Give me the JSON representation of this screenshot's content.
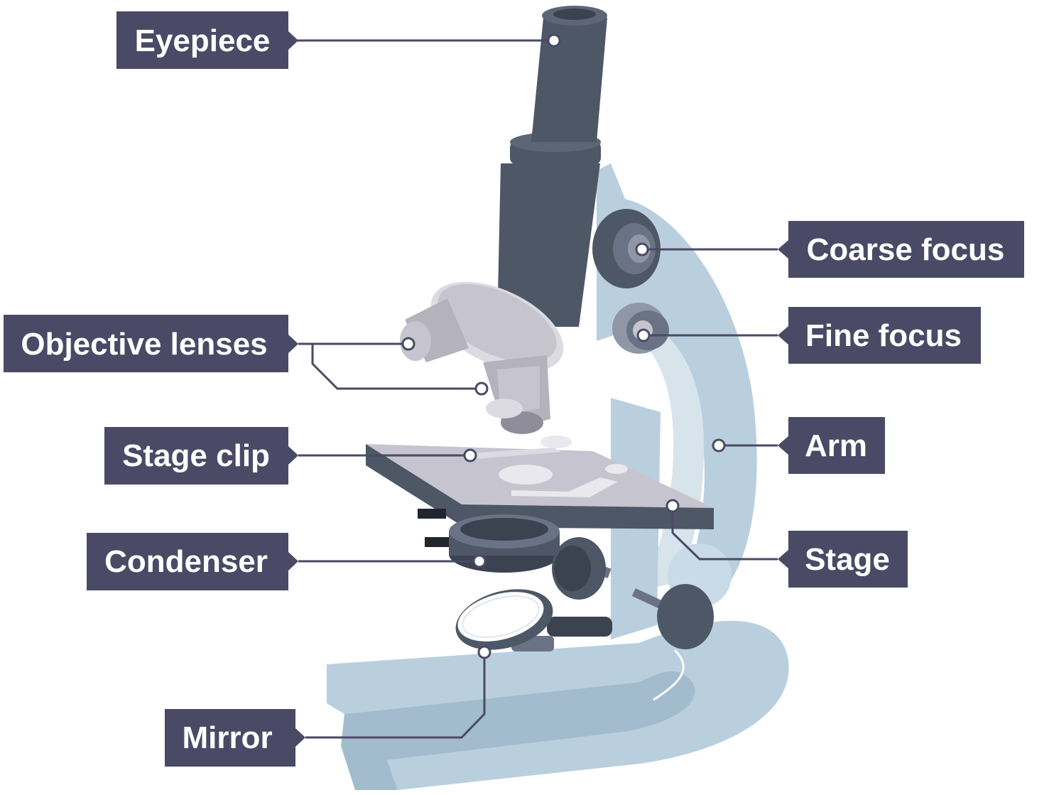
{
  "colors": {
    "label_bg": "#4a4a66",
    "label_text": "#ffffff",
    "leader": "#4a4a66",
    "body_light": "#b9cfdd",
    "body_shade": "#a3bccd",
    "tube_dark": "#4e5766",
    "stage_top": "#c6c4cf",
    "stage_side": "#4e5766",
    "lens_grey": "#c6c4cf"
  },
  "labels": {
    "eyepiece": "Eyepiece",
    "coarse_focus": "Coarse focus",
    "fine_focus": "Fine focus",
    "objective_lenses": "Objective lenses",
    "arm": "Arm",
    "stage_clip": "Stage clip",
    "stage": "Stage",
    "condenser": "Condenser",
    "mirror": "Mirror"
  }
}
